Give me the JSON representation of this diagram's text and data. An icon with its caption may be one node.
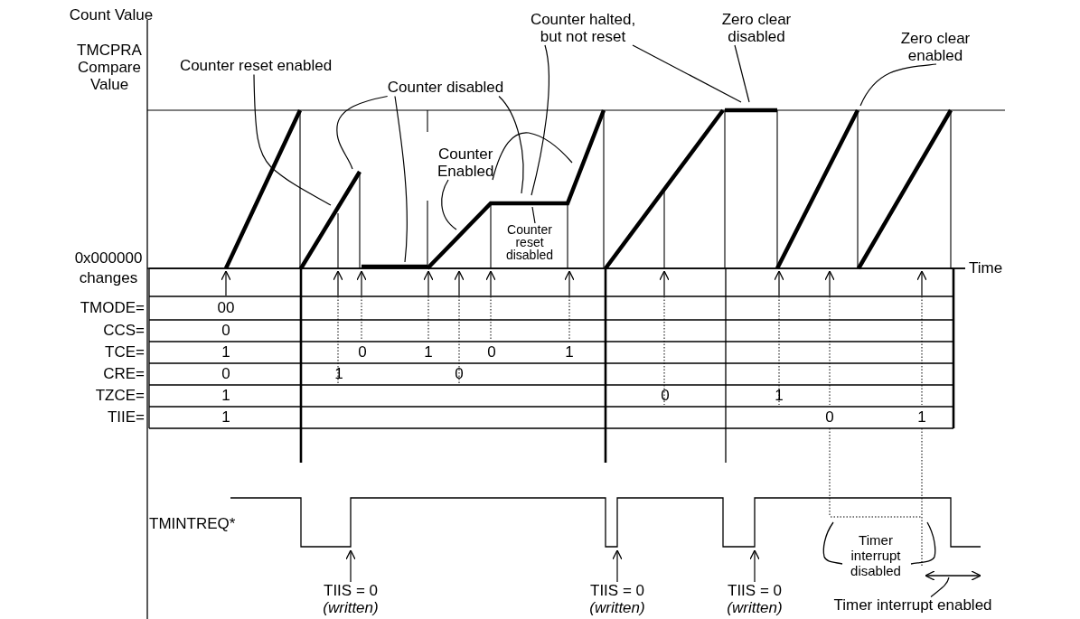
{
  "diagram": {
    "nodes": [
      {
        "text": [
          "Counter halted, but not reset"
        ]
      },
      {
        "text": [
          "Zero clear disabled"
        ]
      },
      {
        "text": [
          "Zero clear enabled"
        ]
      },
      {
        "text": [
          "Counter reset enabled"
        ]
      },
      {
        "text": [
          "Counter disabled"
        ]
      },
      {
        "text": [
          "Counter Enabled"
        ]
      },
      {
        "text": [
          "Counter reset disabled"
        ]
      },
      {
        "text": [
          "TIIS = 0",
          "(written)"
        ]
      },
      {
        "text": [
          "TIIS = 0",
          "(written)"
        ]
      },
      {
        "text": [
          "TIIS = 0",
          "(written)"
        ]
      },
      {
        "text": [
          "Timer interrupt enabled"
        ]
      }
    ],
    "edges": [
      {
        "from": 3,
        "to": null,
        "arrow": "none"
      },
      {
        "from": 4,
        "to": null,
        "arrow": "none"
      },
      {
        "from": 4,
        "to": null,
        "arrow": "none"
      },
      {
        "from": 4,
        "to": null,
        "arrow": "none"
      },
      {
        "from": 5,
        "to": null,
        "arrow": "none"
      },
      {
        "from": 5,
        "to": null,
        "arrow": "none"
      },
      {
        "from": 0,
        "to": null,
        "arrow": "none"
      },
      {
        "from": 0,
        "to": null,
        "arrow": "none"
      },
      {
        "from": 1,
        "to": null,
        "arrow": "none"
      },
      {
        "from": 2,
        "to": null,
        "arrow": "none"
      },
      {
        "from": 6,
        "to": null,
        "arrow": "none"
      },
      {
        "from": 7,
        "to": null,
        "arrow": "to"
      },
      {
        "from": 8,
        "to": null,
        "arrow": "to"
      },
      {
        "from": 9,
        "to": null,
        "arrow": "to"
      },
      {
        "from": 10,
        "to": null,
        "arrow": "none"
      }
    ],
    "labels": [
      "Count Value",
      "TMCPRA Compare Value",
      "0x000000",
      "changes",
      "Time",
      "TMODE=",
      "00",
      "CCS=",
      "0",
      "TCE=",
      "1",
      "0",
      "1",
      "0",
      "1",
      "CRE=",
      "0",
      "1",
      "0",
      "TZCE=",
      "1",
      "0",
      "1",
      "TIIE=",
      "1",
      "0",
      "1",
      "TMINTREQ*",
      "Timer interrupt disabled"
    ]
  }
}
